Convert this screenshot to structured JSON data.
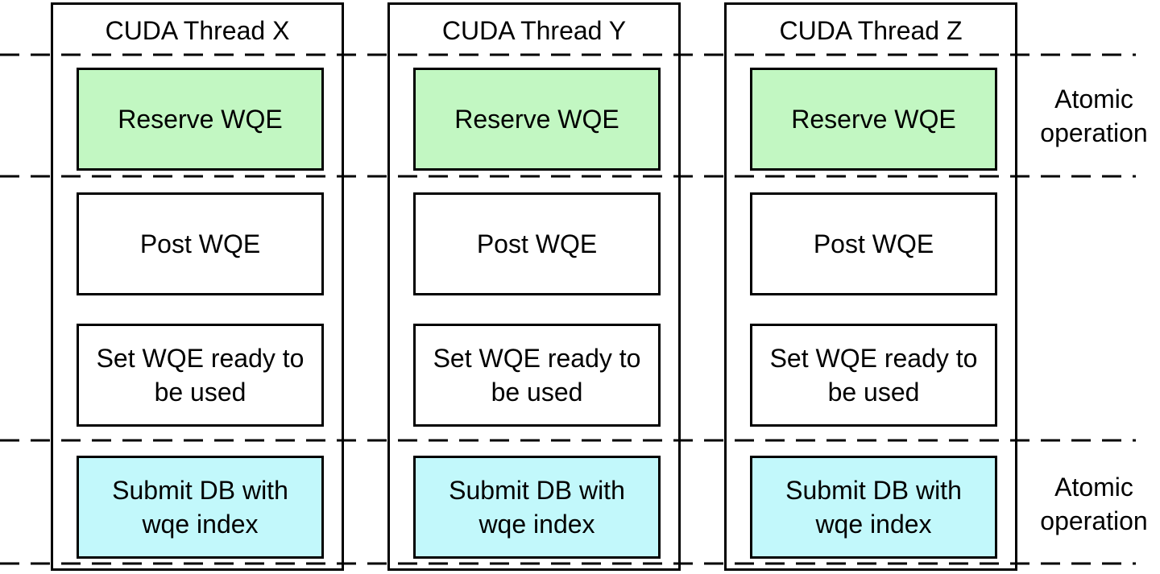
{
  "threads": [
    {
      "title": "CUDA Thread X",
      "steps": {
        "reserve": "Reserve WQE",
        "post": "Post WQE",
        "ready_line1": "Set WQE ready to",
        "ready_line2": "be used",
        "submit_line1": "Submit DB with",
        "submit_line2": "wqe index"
      }
    },
    {
      "title": "CUDA Thread Y",
      "steps": {
        "reserve": "Reserve WQE",
        "post": "Post WQE",
        "ready_line1": "Set WQE ready to",
        "ready_line2": "be used",
        "submit_line1": "Submit DB with",
        "submit_line2": "wqe index"
      }
    },
    {
      "title": "CUDA Thread Z",
      "steps": {
        "reserve": "Reserve WQE",
        "post": "Post WQE",
        "ready_line1": "Set WQE ready to",
        "ready_line2": "be used",
        "submit_line1": "Submit DB with",
        "submit_line2": "wqe index"
      }
    }
  ],
  "annotations": {
    "top": {
      "line1": "Atomic",
      "line2": "operation"
    },
    "bottom": {
      "line1": "Atomic",
      "line2": "operation"
    }
  },
  "colors": {
    "reserve_fill": "#c2f7c2",
    "submit_fill": "#c2f8fb",
    "stroke": "#000000"
  }
}
